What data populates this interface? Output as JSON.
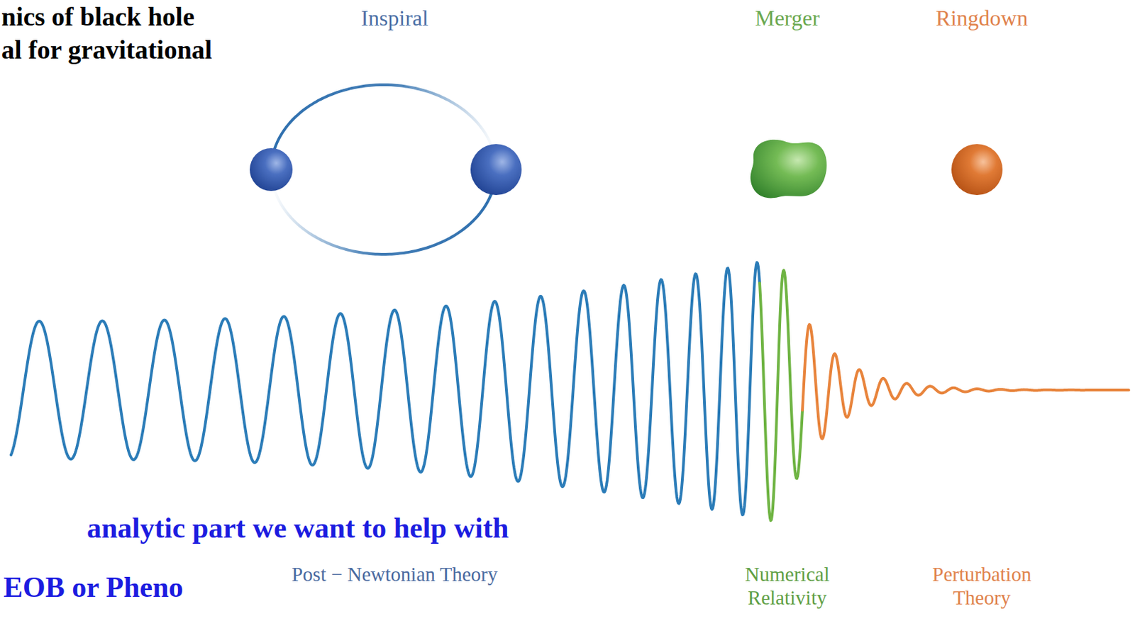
{
  "diagram": {
    "labels": [
      "nics of black hole",
      "al for gravitational",
      "Inspiral",
      "Merger",
      "Ringdown",
      "analytic part we want to help with",
      "EOB or Pheno",
      "Post − Newtonian Theory",
      "Numerical Relativity",
      "Perturbation Theory"
    ]
  }
}
